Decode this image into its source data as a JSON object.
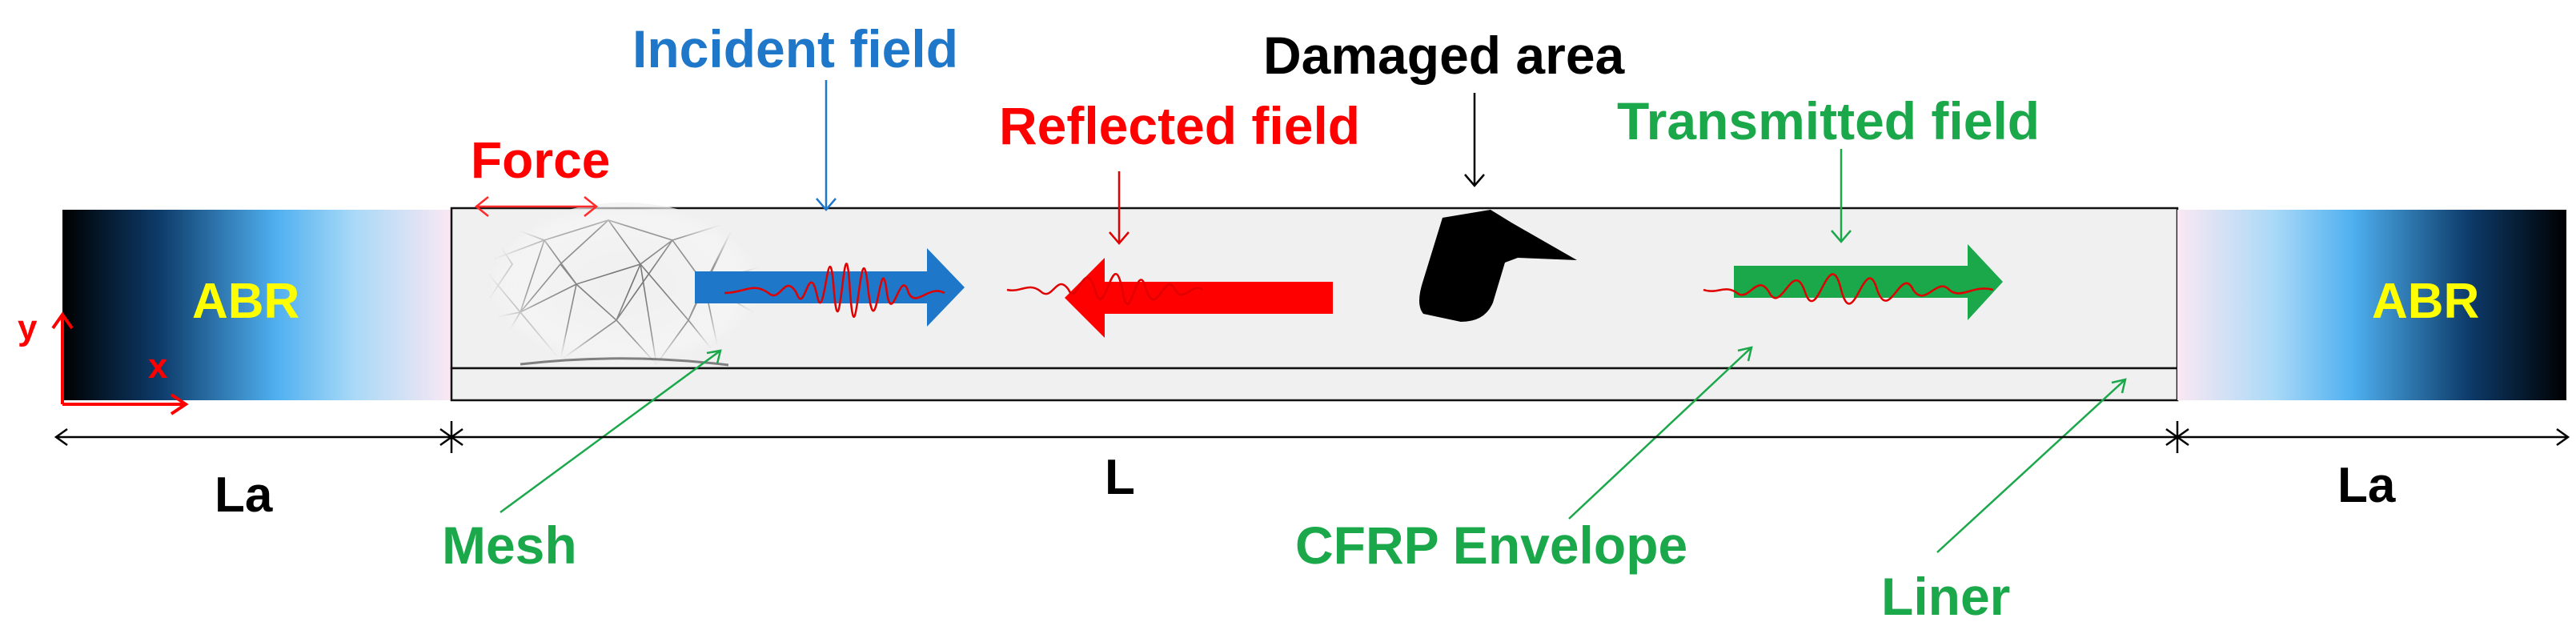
{
  "labels": {
    "incident": "Incident field",
    "damaged": "Damaged area",
    "reflected": "Reflected field",
    "transmitted": "Transmitted field",
    "force": "Force",
    "abr_left": "ABR",
    "abr_right": "ABR",
    "axis_y": "y",
    "axis_x": "x",
    "la_left": "La",
    "l_main": "L",
    "la_right": "La",
    "mesh": "Mesh",
    "cfrp": "CFRP Envelope",
    "liner": "Liner"
  },
  "colors": {
    "incident": "#1f77c9",
    "reflected": "#ff0000",
    "transmitted": "#1aa84b",
    "abr_label": "#ffff00",
    "black": "#000000"
  }
}
